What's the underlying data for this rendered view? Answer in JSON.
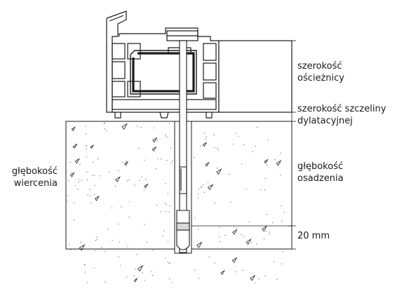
{
  "labels": {
    "frame_width": [
      "szerokość",
      "ościeżnicy"
    ],
    "gap_width": [
      "szerokość szczeliny",
      "dylatacyjnej"
    ],
    "embed_depth": [
      "głębokość",
      "osadzenia"
    ],
    "min_depth": "20 mm",
    "drill_depth": [
      "głębokość",
      "wiercenia"
    ]
  },
  "colors": {
    "line": "#1a1a1a",
    "concrete": "#ffffff",
    "dots": "#555555"
  }
}
